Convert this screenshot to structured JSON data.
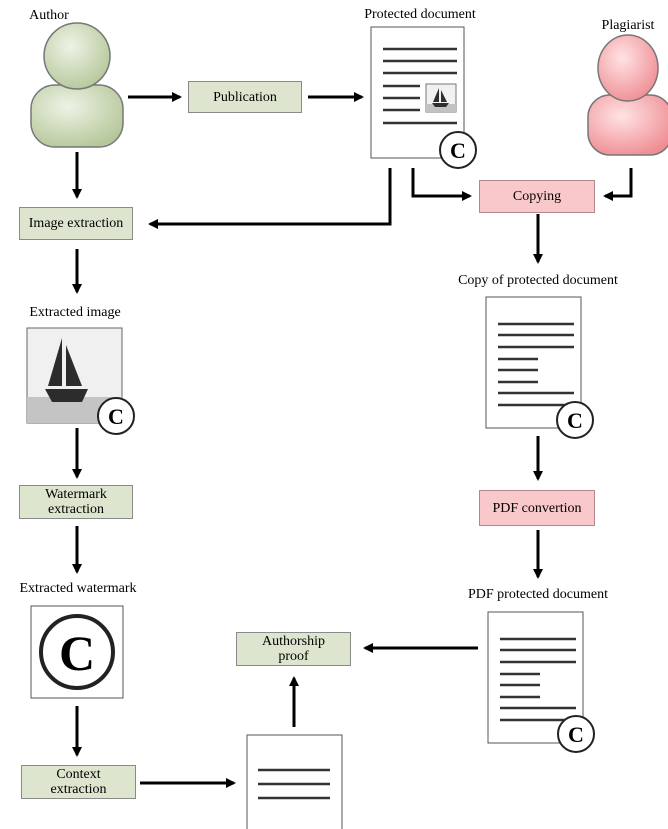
{
  "labels": {
    "author": "Author",
    "plagiarist": "Plagiarist",
    "protected_document": "Protected document",
    "copy_of_protected_document": "Copy of protected document",
    "extracted_image": "Extracted image",
    "extracted_watermark": "Extracted watermark",
    "pdf_protected_document": "PDF protected document"
  },
  "boxes": {
    "publication": "Publication",
    "copying": "Copying",
    "image_extraction": "Image extraction",
    "watermark_extraction": "Watermark extraction",
    "pdf_convertion": "PDF convertion",
    "authorship_proof": "Authorship proof",
    "context_extraction": "Context extraction"
  },
  "copyright_symbol": "C",
  "colors": {
    "process_box_green": "#dde5cf",
    "process_box_pink": "#f9c8cb",
    "author_figure": "#c9d7b4",
    "plagiarist_figure": "#f4a6aa",
    "arrow": "#3a3a3a"
  },
  "icons": [
    "user-icon",
    "document-icon",
    "copyright-icon",
    "sailboat-image-icon"
  ]
}
